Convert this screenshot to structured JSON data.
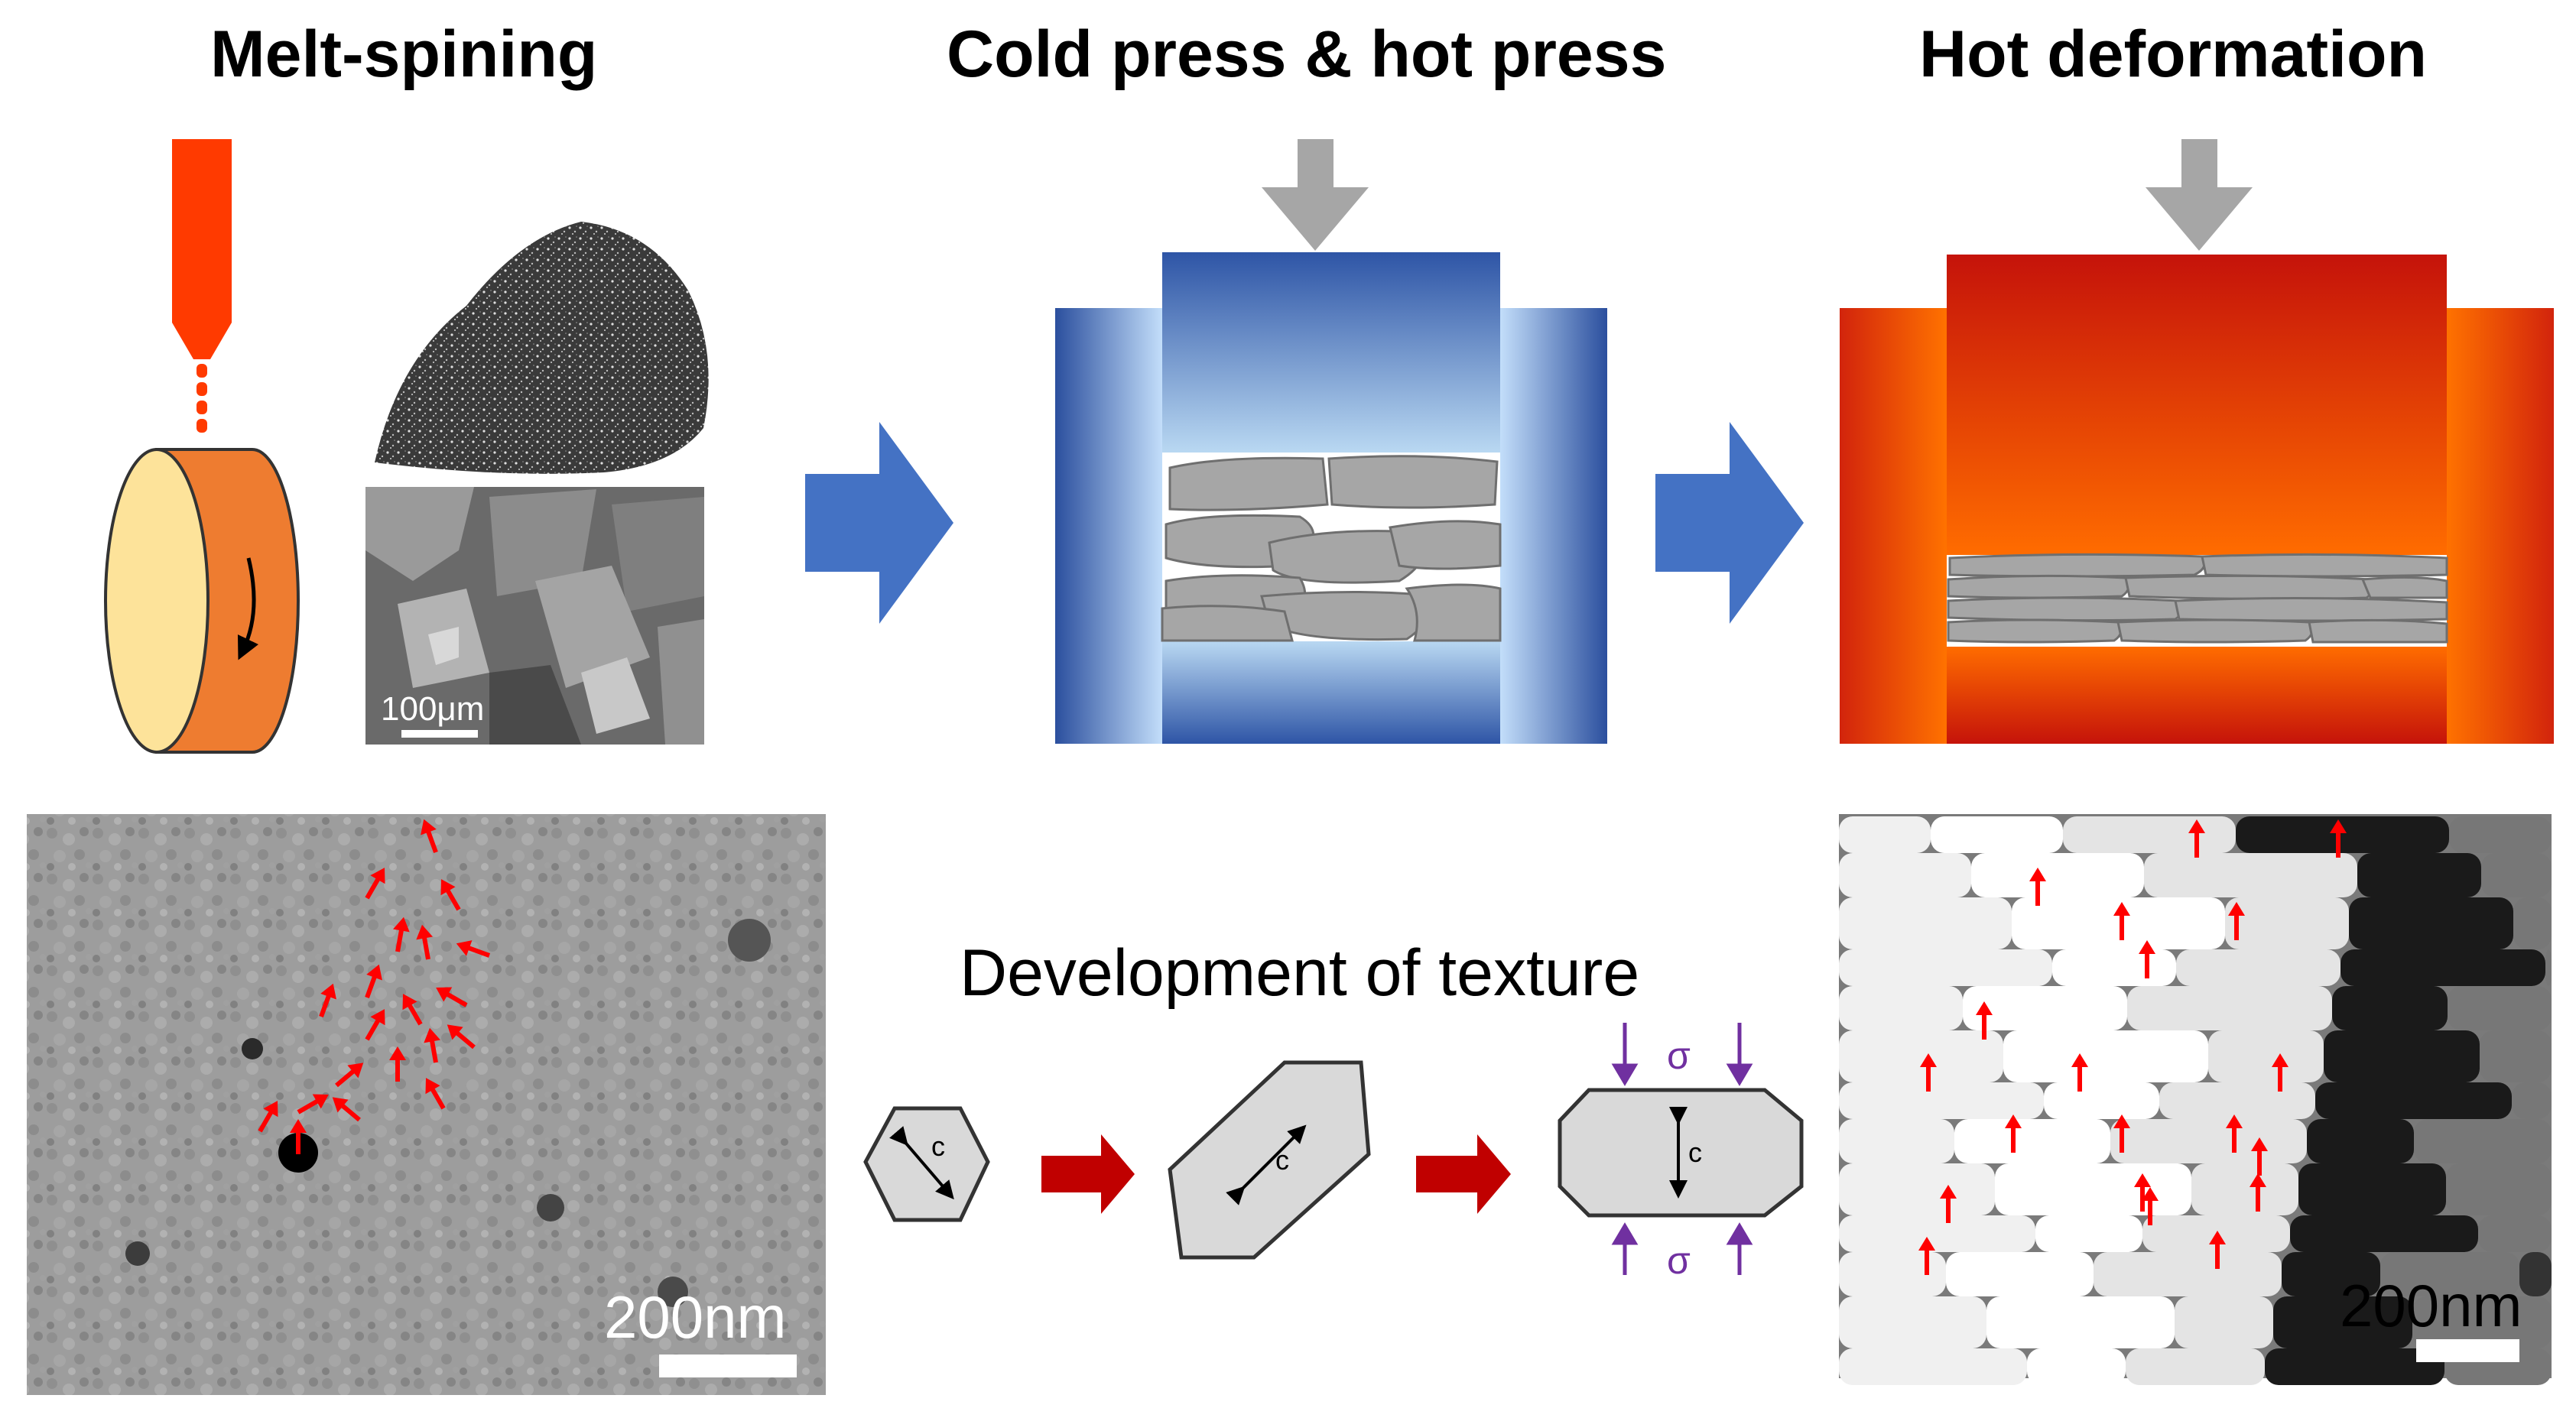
{
  "titles": {
    "melt_spinning": "Melt-spining",
    "cold_hot_press": "Cold press & hot press",
    "hot_deformation": "Hot deformation"
  },
  "micrographs": {
    "powder_scale": "100μm",
    "melt_spun_scale": "200nm",
    "hot_deformed_scale": "200nm"
  },
  "texture": {
    "heading": "Development of texture",
    "c_axis_label": "c",
    "stress_label": "σ"
  },
  "colors": {
    "melt_stream": "#ff3a00",
    "wheel_face": "#fde39a",
    "wheel_rim": "#ee7c30",
    "process_arrow": "#4472c4",
    "press_arrow": "#a6a6a6",
    "cold_die_dark": "#2f55a4",
    "cold_die_light": "#b9d7f1",
    "hot_die_dark": "#c8140a",
    "hot_die_light": "#ff6a00",
    "grain_fill": "#a6a6a6",
    "grain_stroke": "#6f6f6f",
    "texture_arrow": "#c00000",
    "stress_arrow": "#7030a0",
    "marker_arrow": "#ff0000"
  }
}
